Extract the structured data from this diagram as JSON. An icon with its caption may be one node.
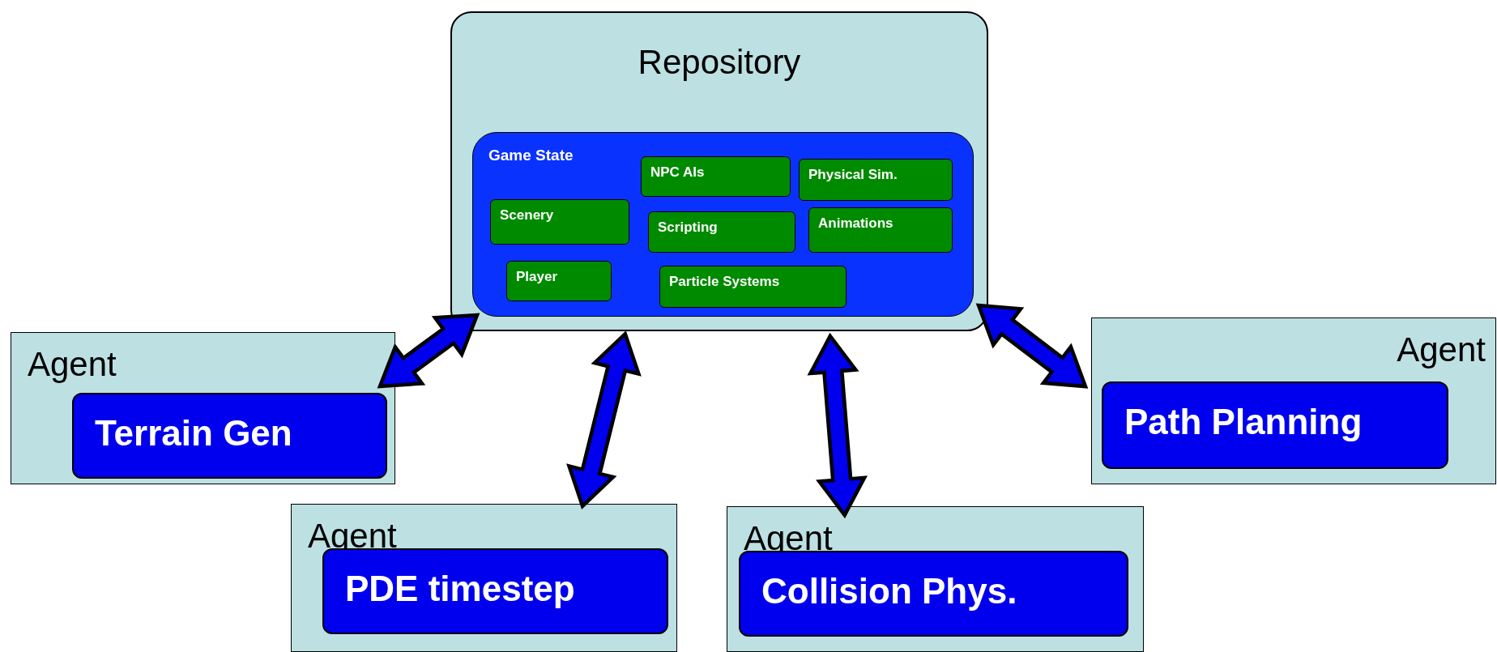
{
  "diagram": {
    "nodes": [
      {
        "text": [
          "Repository"
        ]
      },
      {
        "text": [
          "Game State"
        ],
        "in": 0
      },
      {
        "text": [
          "NPC AIs"
        ],
        "in": 1
      },
      {
        "text": [
          "Physical Sim."
        ],
        "in": 1
      },
      {
        "text": [
          "Scenery"
        ],
        "in": 1
      },
      {
        "text": [
          "Scripting"
        ],
        "in": 1
      },
      {
        "text": [
          "Animations"
        ],
        "in": 1
      },
      {
        "text": [
          "Player"
        ],
        "in": 1
      },
      {
        "text": [
          "Particle Systems"
        ],
        "in": 1
      },
      {
        "text": [
          "Agent"
        ]
      },
      {
        "text": [
          "Terrain Gen"
        ],
        "in": 9
      },
      {
        "text": [
          "Agent"
        ]
      },
      {
        "text": [
          "Path Planning"
        ],
        "in": 11
      },
      {
        "text": [
          "Agent"
        ]
      },
      {
        "text": [
          "PDE timestep"
        ],
        "in": 13
      },
      {
        "text": [
          "Agent"
        ]
      },
      {
        "text": [
          "Collision Phys."
        ],
        "in": 15
      }
    ],
    "edges": [
      {
        "from": 0,
        "to": 9,
        "arrow": "both"
      },
      {
        "from": 0,
        "to": 13,
        "arrow": "both"
      },
      {
        "from": 0,
        "to": 15,
        "arrow": "both"
      },
      {
        "from": 0,
        "to": 11,
        "arrow": "both"
      }
    ]
  }
}
